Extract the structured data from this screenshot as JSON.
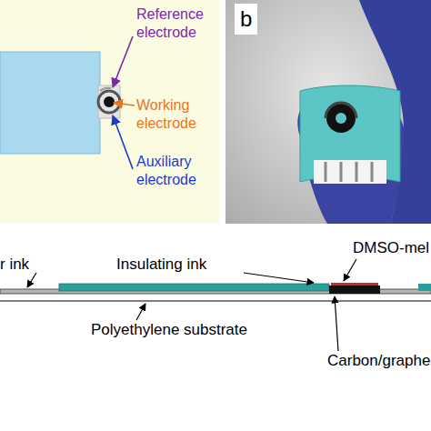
{
  "diagram": {
    "labels": [
      "Reference electrode",
      "Working electrode",
      "Auxiliary electrode",
      "b",
      "r ink",
      "Insulating ink",
      "DMSO-mel",
      "Polyethylene substrate",
      "Carbon/graphe"
    ]
  }
}
